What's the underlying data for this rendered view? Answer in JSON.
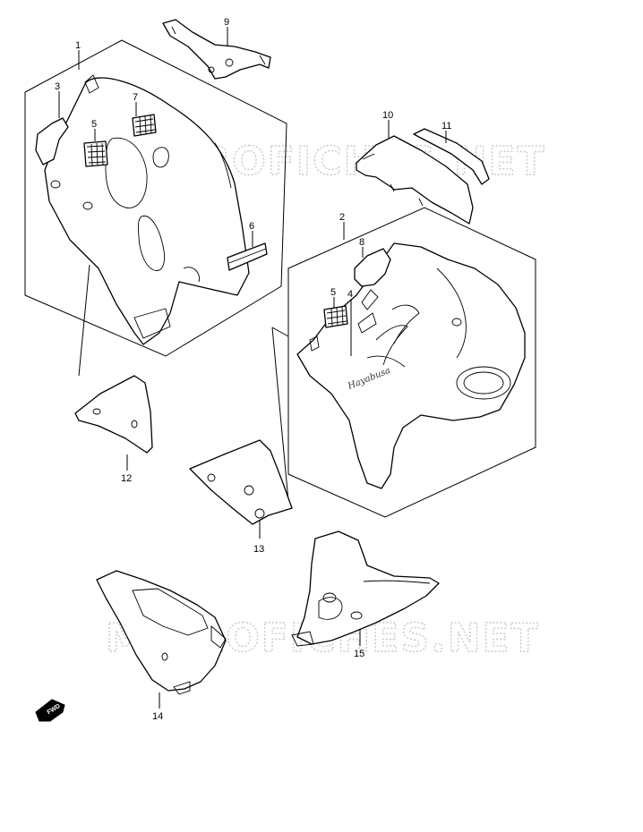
{
  "watermark": "MICROFICHES.NET",
  "decal_text": "Hayabusa",
  "direction_marker": "FWD",
  "callouts": {
    "p1": "1",
    "p2": "2",
    "p3": "3",
    "p4": "4",
    "p5a": "5",
    "p5b": "5",
    "p6": "6",
    "p7": "7",
    "p8": "8",
    "p9": "9",
    "p10": "10",
    "p11": "11",
    "p12": "12",
    "p13": "13",
    "p14": "14",
    "p15": "15"
  }
}
